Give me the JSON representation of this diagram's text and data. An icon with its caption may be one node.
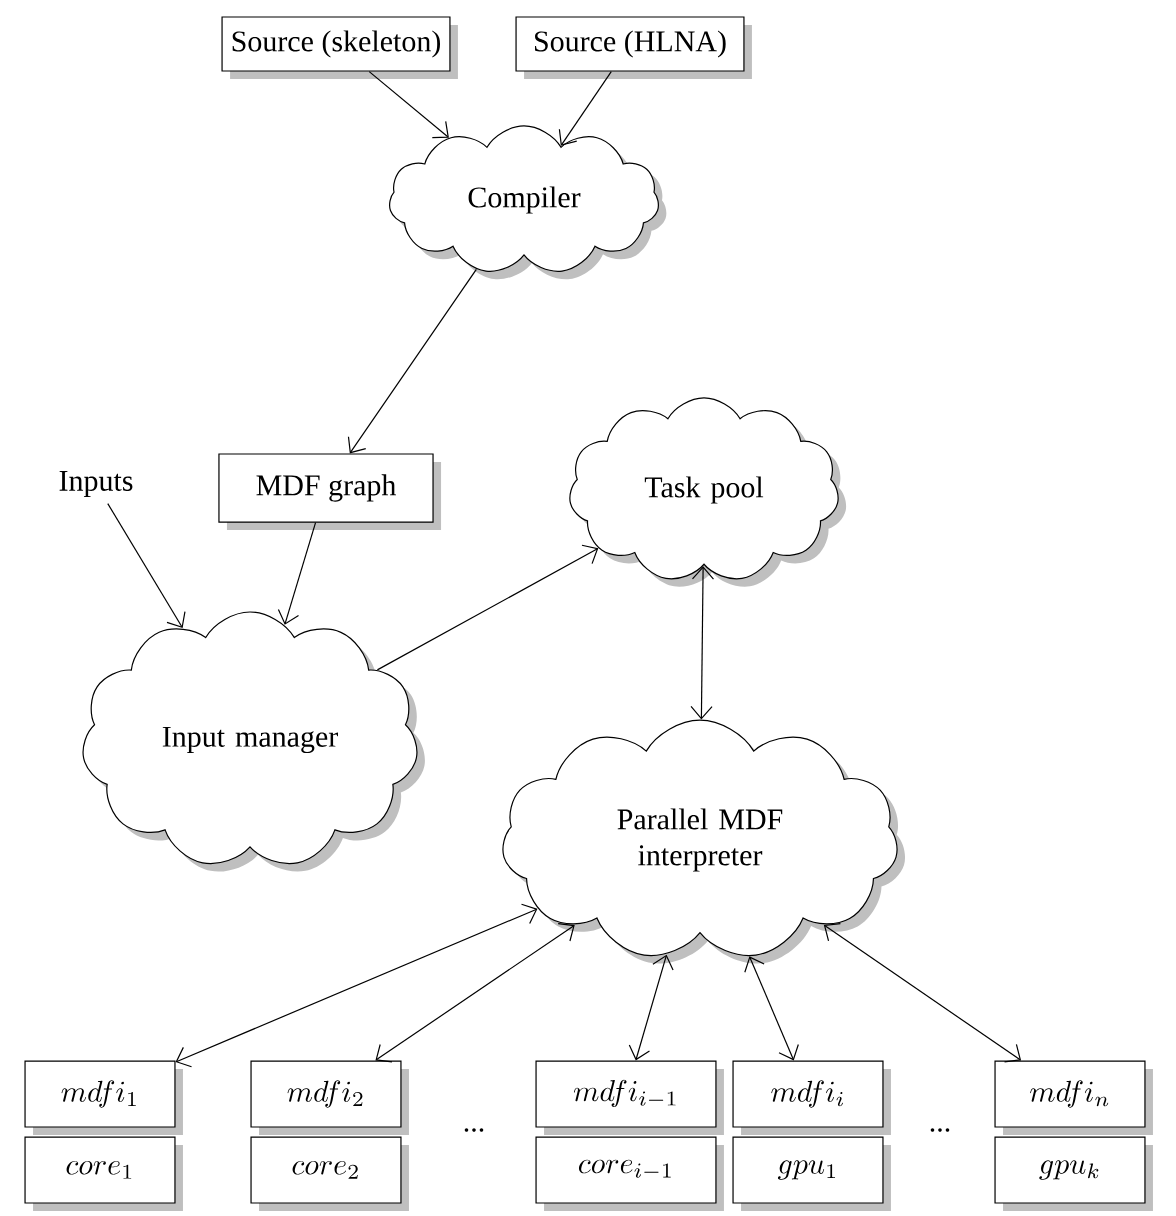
{
  "diagram": {
    "nodes": [
      {
        "text": [
          "Source (skeleton)"
        ]
      },
      {
        "text": [
          "Source (HLNA)"
        ]
      },
      {
        "text": [
          "Compiler"
        ]
      },
      {
        "text": [
          "Inputs"
        ]
      },
      {
        "text": [
          "MDF graph"
        ]
      },
      {
        "text": [
          "Task pool"
        ]
      },
      {
        "text": [
          "Input manager"
        ]
      },
      {
        "text": [
          "Parallel MDF interpreter"
        ]
      },
      {
        "text": [
          "mdfi_1"
        ]
      },
      {
        "text": [
          "mdfi_2"
        ]
      },
      {
        "text": [
          "mdfi_{i-1}"
        ]
      },
      {
        "text": [
          "mdfi_i"
        ]
      },
      {
        "text": [
          "mdfi_n"
        ]
      },
      {
        "text": [
          "core_1"
        ]
      },
      {
        "text": [
          "core_2"
        ]
      },
      {
        "text": [
          "core_{i-1}"
        ]
      },
      {
        "text": [
          "gpu_1"
        ]
      },
      {
        "text": [
          "gpu_k"
        ]
      }
    ],
    "edges": [
      {
        "from": 0,
        "to": 2,
        "arrow": "to"
      },
      {
        "from": 1,
        "to": 2,
        "arrow": "to"
      },
      {
        "from": 2,
        "to": 4,
        "arrow": "to"
      },
      {
        "from": 3,
        "to": 6,
        "arrow": "to"
      },
      {
        "from": 4,
        "to": 6,
        "arrow": "to"
      },
      {
        "from": 6,
        "to": 5,
        "arrow": "to"
      },
      {
        "from": 5,
        "to": 7,
        "arrow": "both"
      },
      {
        "from": 7,
        "to": 8,
        "arrow": "both"
      },
      {
        "from": 7,
        "to": 9,
        "arrow": "both"
      },
      {
        "from": 7,
        "to": 10,
        "arrow": "both"
      },
      {
        "from": 7,
        "to": 11,
        "arrow": "both"
      },
      {
        "from": 7,
        "to": 12,
        "arrow": "both"
      }
    ],
    "labels": [
      "...",
      "..."
    ]
  }
}
